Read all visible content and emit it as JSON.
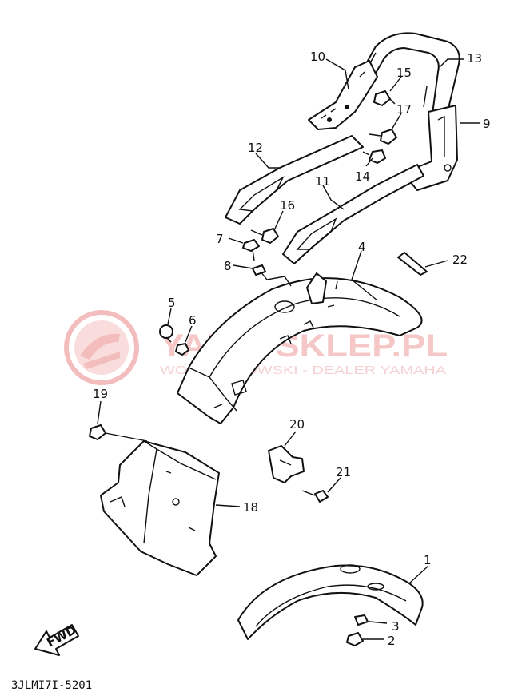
{
  "diagram": {
    "part_code": "3JLMI7I-5201",
    "fwd_label": "FWD",
    "callouts": [
      "1",
      "2",
      "3",
      "4",
      "5",
      "6",
      "7",
      "8",
      "9",
      "10",
      "11",
      "12",
      "13",
      "14",
      "15",
      "16",
      "17",
      "18",
      "19",
      "20",
      "21",
      "22"
    ]
  },
  "watermark": {
    "title": "YAMA-SKLEP.PL",
    "subtitle": "WOJCIECHOWSKI - DEALER YAMAHA",
    "color": "#e88a8a"
  }
}
